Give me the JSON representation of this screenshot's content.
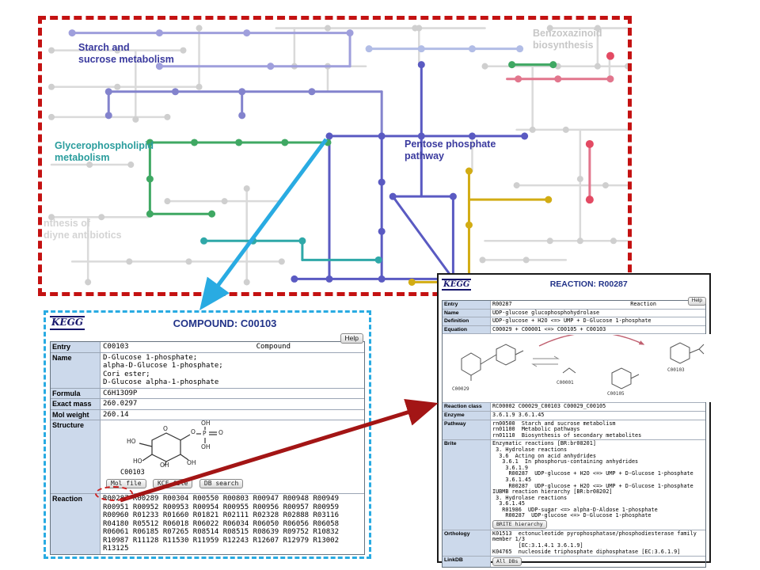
{
  "map": {
    "labels": {
      "starch": "Starch and\nsucrose metabolism",
      "benzoxazinoid": "Benzoxazinoid\nbiosynthesis",
      "glycerophospholipid": "Glycerophospholipid\nmetabolism",
      "pentose": "Pentose phosphate\npathway",
      "partial": "nthesis of\ndiyne antibiotics"
    }
  },
  "compound": {
    "logo": "KEGG",
    "title": "COMPOUND: C00103",
    "help_button": "Help",
    "labels": {
      "entry": "Entry",
      "name": "Name",
      "formula": "Formula",
      "exact_mass": "Exact mass",
      "mol_weight": "Mol weight",
      "structure": "Structure",
      "reaction": "Reaction"
    },
    "entry_value": "C00103",
    "entry_type": "Compound",
    "name_value": "D-Glucose 1-phosphate;\nalpha-D-Glucose 1-phosphate;\nCori ester;\nD-Glucose alpha-1-phosphate",
    "formula_value": "C6H13O9P",
    "exact_mass_value": "260.0297",
    "mol_weight_value": "260.14",
    "structure_caption": "C00103",
    "structure_atoms": [
      "O",
      "HO",
      "HO",
      "OH",
      "O",
      "P",
      "O",
      "OH",
      "OH",
      "OH"
    ],
    "buttons": {
      "mol": "Mol file",
      "kcf": "KCF file",
      "db": "DB search"
    },
    "reaction_values": "R00287 R00289 R00304 R00550 R00803 R00947 R00948 R00949\nR00951 R00952 R00953 R00954 R00955 R00956 R00957 R00959\nR00960 R01233 R01660 R01821 R02111 R02328 R02888 R03116\nR04180 R05512 R06018 R06022 R06034 R06050 R06056 R06058\nR06061 R06185 R07265 R08514 R08515 R08639 R09752 R10832\nR10987 R11128 R11530 R11959 R12243 R12607 R12979 R13002\nR13125"
  },
  "reaction": {
    "logo": "KEGG",
    "title": "REACTION: R00287",
    "help_button": "Help",
    "labels": {
      "entry": "Entry",
      "name": "Name",
      "definition": "Definition",
      "equation": "Equation",
      "rclass": "Reaction class",
      "enzyme": "Enzyme",
      "pathway": "Pathway",
      "brite": "Brite",
      "orthology": "Orthology",
      "linkdb": "LinkDB"
    },
    "entry_value": "R00287",
    "entry_type": "Reaction",
    "name_value": "UDP-glucose glucophosphohydrolase",
    "definition_value": "UDP-glucose + H2O <=> UMP + D-Glucose 1-phosphate",
    "equation_value": "C00029 + C00001 <=> C00105 + C00103",
    "structure_labels": [
      "C00029",
      "C00001",
      "C00105",
      "C00103"
    ],
    "rclass_value": "RC00002  C00029_C00103  C00029_C00105",
    "enzyme_value": "3.6.1.9        3.6.1.45",
    "pathway_value": "rn00500  Starch and sucrose metabolism\nrn01100  Metabolic pathways\nrn01110  Biosynthesis of secondary metabolites",
    "brite_value": "Enzymatic reactions [BR:br08201]\n 3. Hydrolase reactions\n  3.6  Acting on acid anhydrides\n   3.6.1  In phosphorus-containing anhydrides\n    3.6.1.9\n     R00287  UDP-glucose + H2O <=> UMP + D-Glucose 1-phosphate\n    3.6.1.45\n     R00287  UDP-glucose + H2O <=> UMP + D-Glucose 1-phosphate\nIUBMB reaction hierarchy [BR:br08202]\n 3. Hydrolase reactions\n  3.6.1.45\n   R01986  UDP-sugar <=> alpha-D-Aldose 1-phosphate\n    R00287  UDP-glucose <=> D-Glucose 1-phosphate",
    "brite_button": "BRITE hierarchy",
    "orthology_value": "K01513  ectonucleotide pyrophosphatase/phosphodiesterase family member 1/3\n        [EC:3.1.4.1 3.6.1.9]\nK04765  nucleoside triphosphate diphosphatase [EC:3.6.1.9]",
    "linkdb_button": "All DBs"
  }
}
